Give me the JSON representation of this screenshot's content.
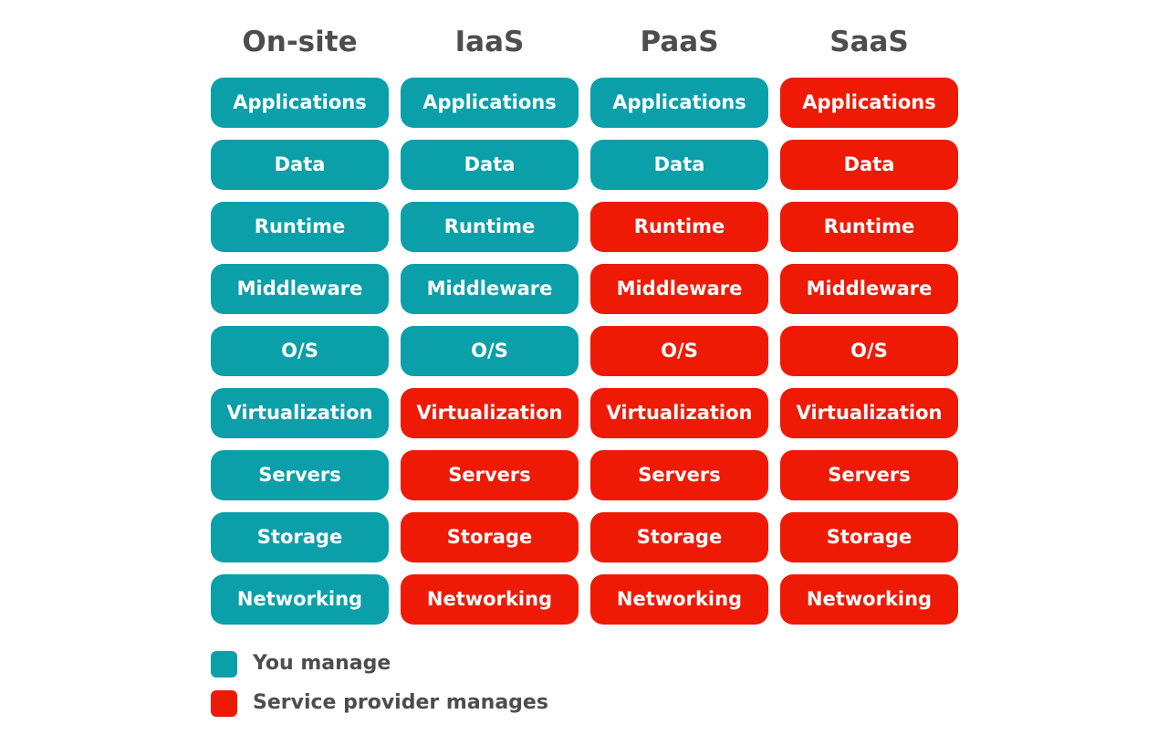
{
  "colors": {
    "you_manage": "#0ba0a9",
    "provider_manages": "#ee1a06",
    "text_dark": "#4d4d4d"
  },
  "columns": [
    {
      "title": "On-site",
      "layers": [
        {
          "label": "Applications",
          "managed_by": "you"
        },
        {
          "label": "Data",
          "managed_by": "you"
        },
        {
          "label": "Runtime",
          "managed_by": "you"
        },
        {
          "label": "Middleware",
          "managed_by": "you"
        },
        {
          "label": "O/S",
          "managed_by": "you"
        },
        {
          "label": "Virtualization",
          "managed_by": "you"
        },
        {
          "label": "Servers",
          "managed_by": "you"
        },
        {
          "label": "Storage",
          "managed_by": "you"
        },
        {
          "label": "Networking",
          "managed_by": "you"
        }
      ]
    },
    {
      "title": "IaaS",
      "layers": [
        {
          "label": "Applications",
          "managed_by": "you"
        },
        {
          "label": "Data",
          "managed_by": "you"
        },
        {
          "label": "Runtime",
          "managed_by": "you"
        },
        {
          "label": "Middleware",
          "managed_by": "you"
        },
        {
          "label": "O/S",
          "managed_by": "you"
        },
        {
          "label": "Virtualization",
          "managed_by": "provider"
        },
        {
          "label": "Servers",
          "managed_by": "provider"
        },
        {
          "label": "Storage",
          "managed_by": "provider"
        },
        {
          "label": "Networking",
          "managed_by": "provider"
        }
      ]
    },
    {
      "title": "PaaS",
      "layers": [
        {
          "label": "Applications",
          "managed_by": "you"
        },
        {
          "label": "Data",
          "managed_by": "you"
        },
        {
          "label": "Runtime",
          "managed_by": "provider"
        },
        {
          "label": "Middleware",
          "managed_by": "provider"
        },
        {
          "label": "O/S",
          "managed_by": "provider"
        },
        {
          "label": "Virtualization",
          "managed_by": "provider"
        },
        {
          "label": "Servers",
          "managed_by": "provider"
        },
        {
          "label": "Storage",
          "managed_by": "provider"
        },
        {
          "label": "Networking",
          "managed_by": "provider"
        }
      ]
    },
    {
      "title": "SaaS",
      "layers": [
        {
          "label": "Applications",
          "managed_by": "provider"
        },
        {
          "label": "Data",
          "managed_by": "provider"
        },
        {
          "label": "Runtime",
          "managed_by": "provider"
        },
        {
          "label": "Middleware",
          "managed_by": "provider"
        },
        {
          "label": "O/S",
          "managed_by": "provider"
        },
        {
          "label": "Virtualization",
          "managed_by": "provider"
        },
        {
          "label": "Servers",
          "managed_by": "provider"
        },
        {
          "label": "Storage",
          "managed_by": "provider"
        },
        {
          "label": "Networking",
          "managed_by": "provider"
        }
      ]
    }
  ],
  "legend": {
    "you_manage": "You manage",
    "provider_manages": "Service provider manages"
  }
}
